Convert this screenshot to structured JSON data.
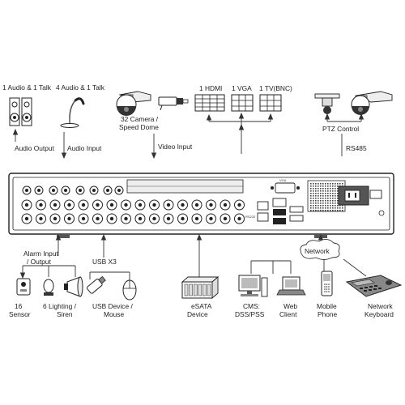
{
  "audio": {
    "talk_label": "1 Audio & 1 Talk",
    "in_label": "4 Audio & 1 Talk",
    "output_label": "Audio  Output",
    "input_label": "Audio  Input"
  },
  "camera": {
    "label_line1": "32 Camera /",
    "label_line2": "Speed Dome",
    "video_input_label": "Video Input"
  },
  "displays": {
    "hdmi_label": "1 HDMI",
    "vga_label": "1 VGA",
    "tv_label": "1 TV(BNC)"
  },
  "ptz": {
    "control_label": "PTZ Control",
    "rs485_label": "RS485"
  },
  "rear_panel": {
    "vga_label": "VGA",
    "rs232_label": "RS232"
  },
  "alarm": {
    "io_line1": "Alarm Input",
    "io_line2": "/ Output",
    "sensor_line1": "16",
    "sensor_line2": "Sensor",
    "lighting_line1": "6 Lighting /",
    "lighting_line2": "Siren"
  },
  "usb": {
    "port_label": "USB X3",
    "device_line1": "USB Device /",
    "device_line2": "Mouse"
  },
  "esata": {
    "line1": "eSATA",
    "line2": "Device"
  },
  "network": {
    "cloud_label": "Network",
    "cms_line1": "CMS:",
    "cms_line2": "DSS/PSS",
    "web_line1": "Web",
    "web_line2": "Client",
    "mobile_line1": "Mobile",
    "mobile_line2": "Phone",
    "keyboard_line1": "Network",
    "keyboard_line2": "Keyboard"
  }
}
